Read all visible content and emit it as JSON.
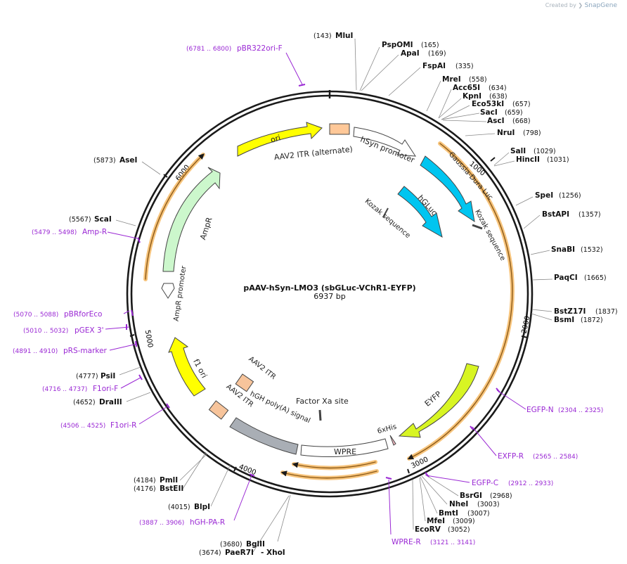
{
  "header": {
    "credit_prefix": "Created by",
    "brand": "SnapGene"
  },
  "plasmid": {
    "name": "pAAV-hSyn-LMO3 (sbGLuc-VChR1-EYFP)",
    "size_label": "6937 bp",
    "length": 6937
  },
  "ticks": [
    "1000",
    "2000",
    "3000",
    "4000",
    "5000",
    "6000"
  ],
  "features": [
    {
      "label": "ori"
    },
    {
      "label": "AAV2 ITR (alternate)"
    },
    {
      "label": "hSyn promoter"
    },
    {
      "label": "Gaussia-Dura Luc"
    },
    {
      "label": "hGLuc"
    },
    {
      "label": "Kozak sequence"
    },
    {
      "label": "Kozak sequence"
    },
    {
      "label": "AmpR"
    },
    {
      "label": "AmpR promoter"
    },
    {
      "label": "f1 ori"
    },
    {
      "label": "AAV2 ITR"
    },
    {
      "label": "AAV2 ITR"
    },
    {
      "label": "hGH poly(A) signal"
    },
    {
      "label": "Factor Xa site"
    },
    {
      "label": "WPRE"
    },
    {
      "label": "6xHis"
    },
    {
      "label": "EYFP"
    }
  ],
  "sites": [
    {
      "pos": "(143)",
      "name": "MluI"
    },
    {
      "name": "PspOMI",
      "pos": "(165)"
    },
    {
      "name": "ApaI",
      "pos": "(169)"
    },
    {
      "name": "FspAI",
      "pos": "(335)"
    },
    {
      "name": "MreI",
      "pos": "(558)"
    },
    {
      "name": "Acc65I",
      "pos": "(634)"
    },
    {
      "name": "KpnI",
      "pos": "(638)"
    },
    {
      "name": "Eco53kI",
      "pos": "(657)"
    },
    {
      "name": "SacI",
      "pos": "(659)"
    },
    {
      "name": "AscI",
      "pos": "(668)"
    },
    {
      "name": "NruI",
      "pos": "(798)"
    },
    {
      "name": "SalI",
      "pos": "(1029)"
    },
    {
      "name": "HincII",
      "pos": "(1031)"
    },
    {
      "name": "SpeI",
      "pos": "(1256)"
    },
    {
      "name": "BstAPI",
      "pos": "(1357)"
    },
    {
      "name": "SnaBI",
      "pos": "(1532)"
    },
    {
      "name": "PaqCI",
      "pos": "(1665)"
    },
    {
      "name": "BstZ17I",
      "pos": "(1837)"
    },
    {
      "name": "BsmI",
      "pos": "(1872)"
    },
    {
      "name": "BsrGI",
      "pos": "(2968)"
    },
    {
      "name": "NheI",
      "pos": "(3003)"
    },
    {
      "name": "BmtI",
      "pos": "(3007)"
    },
    {
      "name": "MfeI",
      "pos": "(3009)"
    },
    {
      "name": "EcoRV",
      "pos": "(3052)"
    },
    {
      "pos": "(3680)",
      "name": "BglII"
    },
    {
      "pos": "(3674)",
      "name": "PaeR7I",
      "extra": "- XhoI"
    },
    {
      "pos": "(4015)",
      "name": "BlpI"
    },
    {
      "pos": "(4184)",
      "name": "PmlI"
    },
    {
      "pos": "(4176)",
      "name": "BstEII"
    },
    {
      "pos": "(4652)",
      "name": "DraIII"
    },
    {
      "pos": "(4777)",
      "name": "PsiI"
    },
    {
      "pos": "(5567)",
      "name": "ScaI"
    },
    {
      "pos": "(5873)",
      "name": "AseI"
    }
  ],
  "primers": [
    {
      "range": "(6781 .. 6800)",
      "name": "pBR322ori-F"
    },
    {
      "name": "EGFP-N",
      "range": "(2304 .. 2325)"
    },
    {
      "name": "EXFP-R",
      "range": "(2565 .. 2584)"
    },
    {
      "name": "EGFP-C",
      "range": "(2912 .. 2933)"
    },
    {
      "name": "WPRE-R",
      "range": "(3121 .. 3141)"
    },
    {
      "range": "(3887 .. 3906)",
      "name": "hGH-PA-R"
    },
    {
      "range": "(4506 .. 4525)",
      "name": "F1ori-R"
    },
    {
      "range": "(4716 .. 4737)",
      "name": "F1ori-F"
    },
    {
      "range": "(4891 .. 4910)",
      "name": "pRS-marker"
    },
    {
      "range": "(5010 .. 5032)",
      "name": "pGEX 3'"
    },
    {
      "range": "(5070 .. 5088)",
      "name": "pBRforEco"
    },
    {
      "range": "(5479 .. 5498)",
      "name": "Amp-R"
    }
  ],
  "colors": {
    "backbone": "#1a1a1a",
    "ori": "#ffff00",
    "itr": "#f7c49b",
    "itr_alt": "#ffc898",
    "promoter": "#ffffff",
    "luc": "#00c5f0",
    "ampr": "#ccf7cc",
    "f1ori": "#ffff00",
    "polya": "#a9aeb5",
    "eyfp": "#d8f523",
    "his": "#f0b8c0",
    "orf": "#f3a536",
    "primer": "#9a28d4",
    "site_line": "#8a8a8a"
  }
}
